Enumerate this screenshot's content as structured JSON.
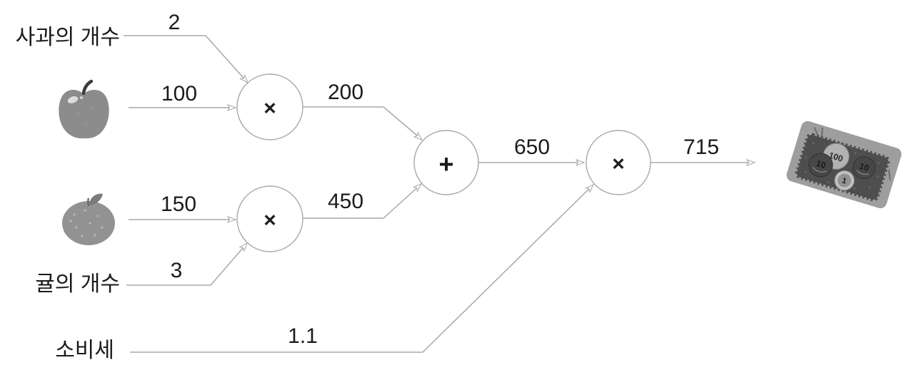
{
  "diagram_type": "computational-graph",
  "colors": {
    "background": "#ffffff",
    "line": "#a8a8a8",
    "text": "#1a1a1a",
    "node_fill": "#ffffff"
  },
  "labels": {
    "apple_count": "사과의 개수",
    "orange_count": "귤의 개수",
    "tax": "소비세"
  },
  "values": {
    "apple_count": "2",
    "apple_price": "100",
    "apple_subtotal": "200",
    "orange_price": "150",
    "orange_count": "3",
    "orange_subtotal": "450",
    "pre_tax_total": "650",
    "tax_rate": "1.1",
    "final_total": "715"
  },
  "operators": {
    "multiply": "×",
    "add": "+"
  },
  "money": {
    "coin_100": "100",
    "coin_10_left": "10",
    "coin_10_right": "10",
    "coin_1": "1"
  },
  "icons": {
    "apple": "apple-icon",
    "orange": "orange-icon",
    "money": "money-tray-icon"
  }
}
